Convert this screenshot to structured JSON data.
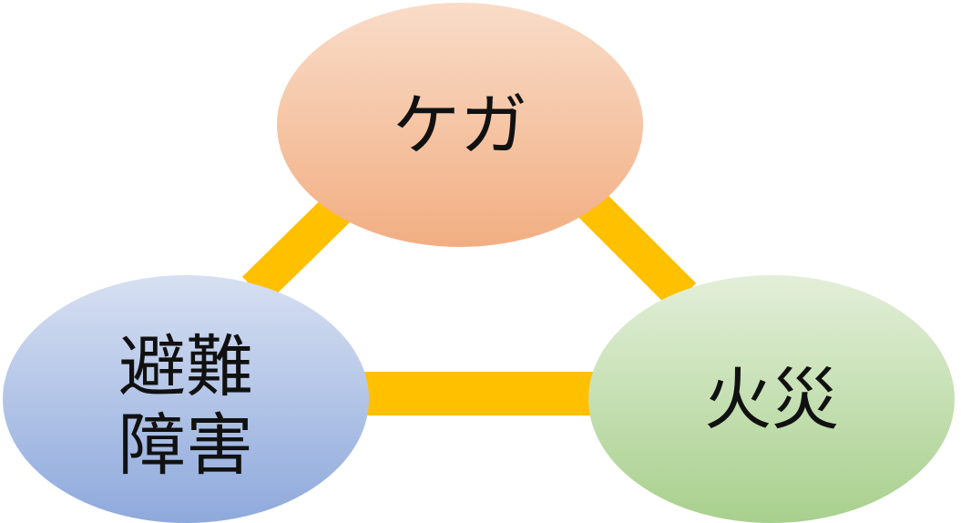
{
  "diagram": {
    "nodes": {
      "injury": {
        "label": "ケガ",
        "color_top": "#F9DCC8",
        "color_bottom": "#F2AE82"
      },
      "evacuation": {
        "label_line1": "避難",
        "label_line2": "障害",
        "color_top": "#D7E0F2",
        "color_bottom": "#8EA9DC"
      },
      "fire": {
        "label": "火災",
        "color_top": "#E3EFD9",
        "color_bottom": "#A8D08D"
      }
    },
    "connector_color": "#FFC000"
  }
}
